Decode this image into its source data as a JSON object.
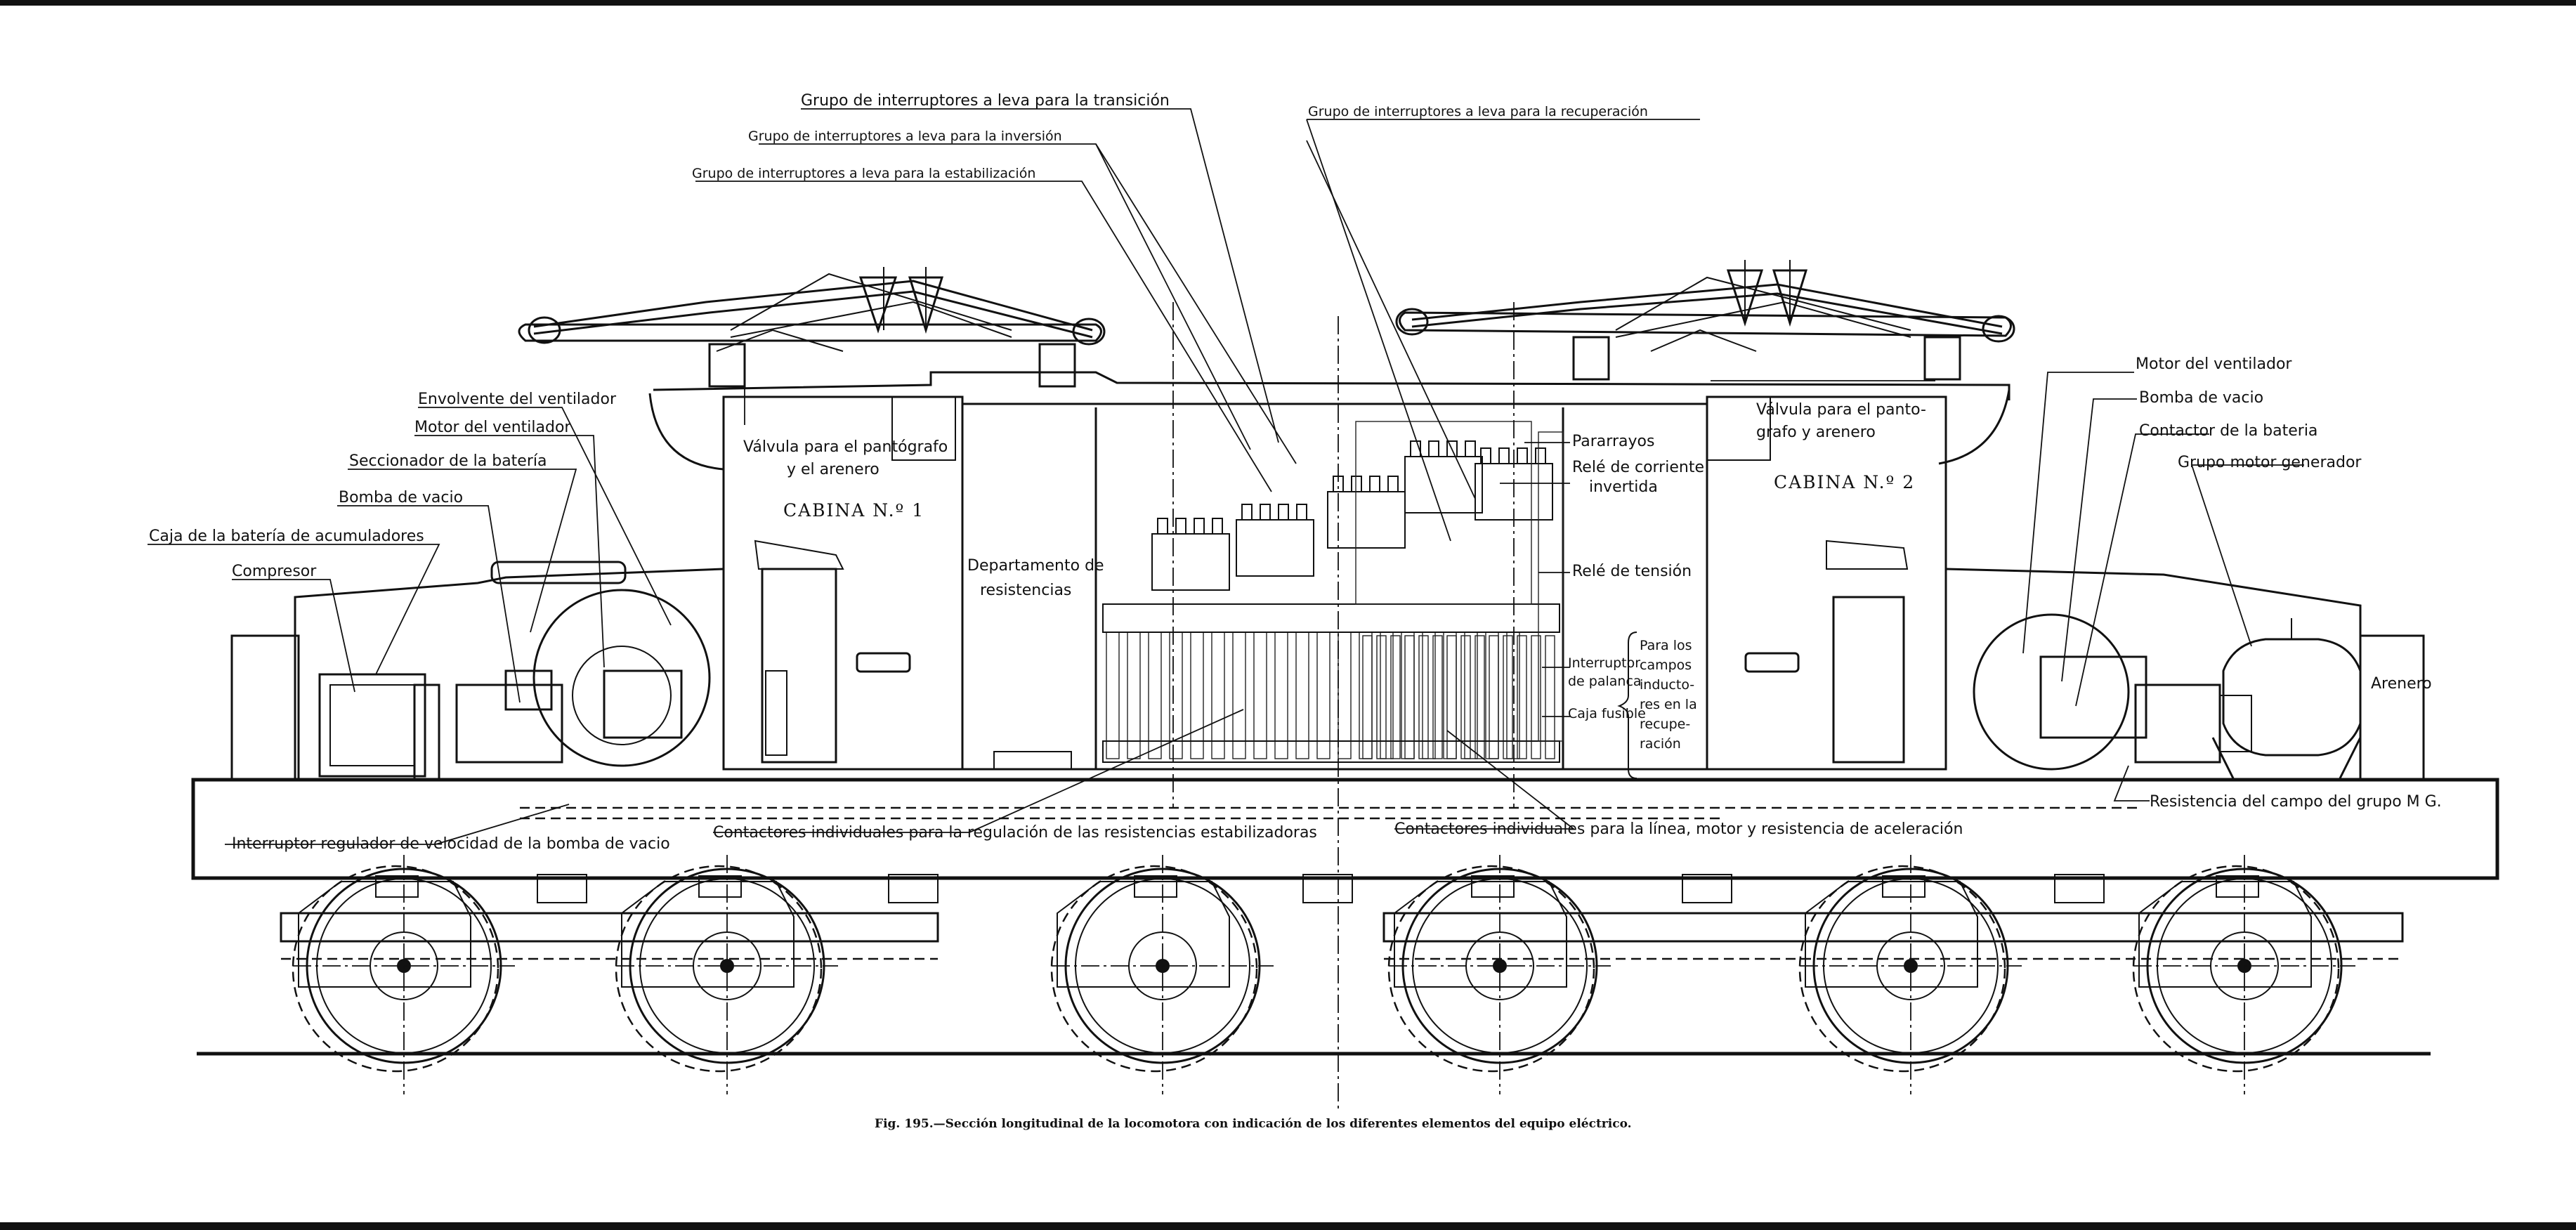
{
  "figure": {
    "caption": "Fig. 195.—Sección longitudinal de la locomotora con indicación de los diferentes elementos del equipo eléctrico."
  },
  "rooms": {
    "cab1": "CABINA N.º 1",
    "cab2": "CABINA N.º 2",
    "resistances_l1": "Departamento de",
    "resistances_l2": "resistencias",
    "sander": "Arenero"
  },
  "labels": {
    "transition": "Grupo de interruptores a leva para la transición",
    "inversion": "Grupo de interruptores a leva para la inversión",
    "stabilization": "Grupo de interruptores a leva para la estabilización",
    "recuperation": "Grupo de interruptores a leva para la recuperación",
    "fan_housing": "Envolvente del ventilador",
    "fan_motor_left": "Motor del ventilador",
    "battery_switch": "Seccionador de la batería",
    "vacuum_pump_left": "Bomba de vacio",
    "battery_box": "Caja de la batería de acumuladores",
    "compressor": "Compresor",
    "pantograph_valve_1_l1": "Válvula para el pantógrafo",
    "pantograph_valve_1_l2": "y el arenero",
    "pantograph_valve_2_l1": "Válvula para el panto-",
    "pantograph_valve_2_l2": "grafo y arenero",
    "surge_arrester": "Pararrayos",
    "reverse_relay_l1": "Relé de corriente",
    "reverse_relay_l2": "invertida",
    "voltage_relay": "Relé de tensión",
    "lever_switch_l1": "Interruptor",
    "lever_switch_l2": "de palanca",
    "fuse_box": "Caja fusible",
    "inductor_fields_l1": "Para los",
    "inductor_fields_l2": "campos",
    "inductor_fields_l3": "inducto-",
    "inductor_fields_l4": "res en la",
    "inductor_fields_l5": "recupe-",
    "inductor_fields_l6": "ración",
    "fan_motor_right": "Motor del ventilador",
    "vacuum_pump_right": "Bomba de vacio",
    "battery_contactor": "Contactor de la bateria",
    "motor_generator": "Grupo motor generador",
    "mg_field_resistance": "Resistencia del campo del grupo M G.",
    "speed_regulator_switch": "Interruptor regulador de velocidad de la bomba de vacio",
    "stabilizing_contactors": "Contactores individuales para la regulación de las resistencias estabilizadoras",
    "line_contactors": "Contactores individuales para la línea, motor y resistencia de aceleración"
  }
}
